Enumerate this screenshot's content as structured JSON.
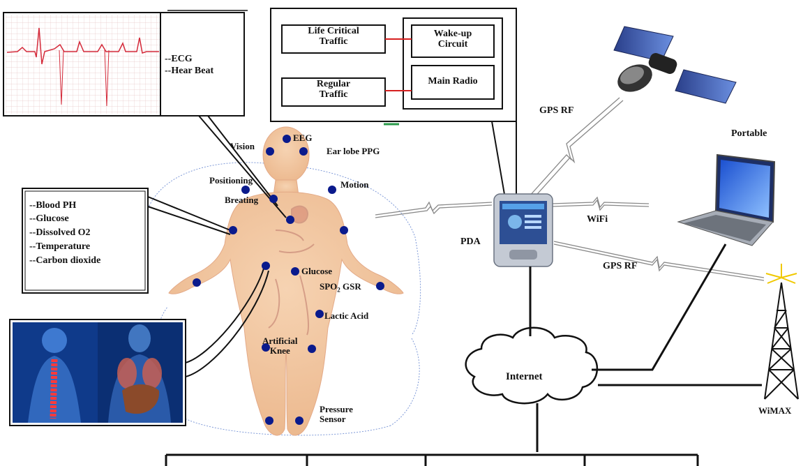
{
  "ecg_panel": {
    "lines": [
      "--ECG",
      "--Hear Beat"
    ]
  },
  "blood_panel": {
    "lines": [
      "--Blood PH",
      "--Glucose",
      "--Dissolved O2",
      "--Temperature",
      "--Carbon dioxide"
    ]
  },
  "pda_panel": {
    "life_critical": [
      "Life Critical",
      "Traffic"
    ],
    "regular": [
      "Regular",
      "Traffic"
    ],
    "wakeup": [
      "Wake-up",
      "Circuit"
    ],
    "main_radio": "Main Radio"
  },
  "body_labels": {
    "vision": "Vision",
    "eeg": "EEG",
    "ear_lobe": "Ear lobe PPG",
    "positioning": "Positioning",
    "motion": "Motion",
    "breathing": "Breating",
    "glucose": "Glucose",
    "spo2_prefix": "SPO",
    "spo2_sub": "2",
    "gsr": " GSR",
    "lactic": "Lactic Acid",
    "knee": [
      "Artificial",
      "Knee"
    ],
    "pressure": [
      "Pressure",
      "Sensor"
    ]
  },
  "network": {
    "pda": "PDA",
    "gps_top": "GPS RF",
    "gps_mid": "GPS RF",
    "wifi": "WiFi",
    "portable": "Portable",
    "internet": "Internet",
    "wimax": "WiMAX"
  },
  "colors": {
    "sensor": "#0a1a8c",
    "skin": "#f2c9a4",
    "link_red": "#d62020",
    "ecg_trace": "#d42a3a",
    "ecg_grid": "#e7c9c9"
  }
}
